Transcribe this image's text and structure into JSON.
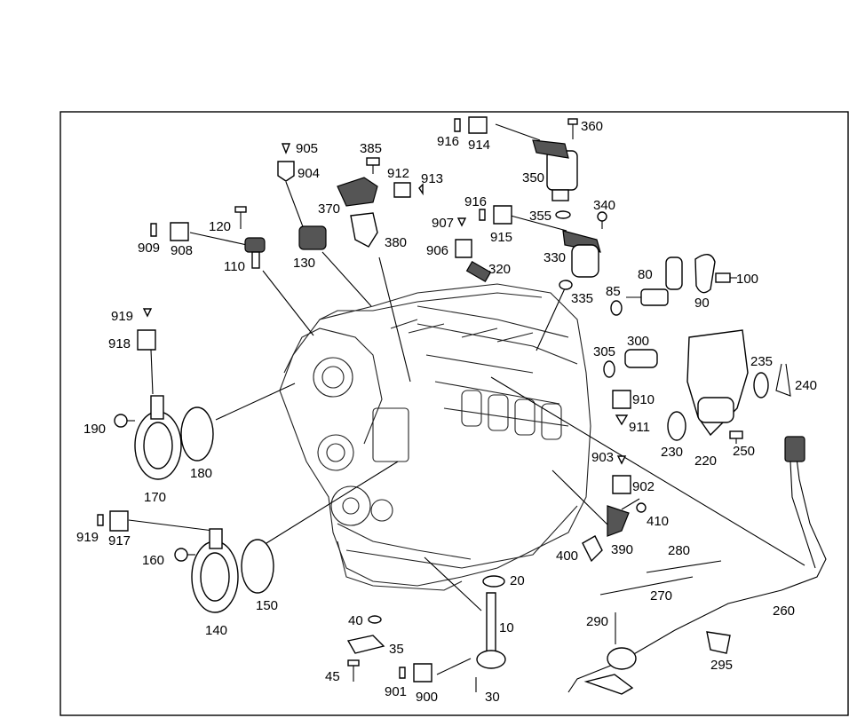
{
  "labels": {
    "l10": "10",
    "l20": "20",
    "l30": "30",
    "l35": "35",
    "l40": "40",
    "l45": "45",
    "l80": "80",
    "l85": "85",
    "l90": "90",
    "l100": "100",
    "l110": "110",
    "l120": "120",
    "l130": "130",
    "l140": "140",
    "l150": "150",
    "l160": "160",
    "l170": "170",
    "l180": "180",
    "l190": "190",
    "l220": "220",
    "l230": "230",
    "l235": "235",
    "l240": "240",
    "l250": "250",
    "l260": "260",
    "l270": "270",
    "l280": "280",
    "l290": "290",
    "l295": "295",
    "l300": "300",
    "l305": "305",
    "l320": "320",
    "l330": "330",
    "l335": "335",
    "l340": "340",
    "l350": "350",
    "l355": "355",
    "l360": "360",
    "l370": "370",
    "l380": "380",
    "l385": "385",
    "l390": "390",
    "l400": "400",
    "l410": "410",
    "l900": "900",
    "l901": "901",
    "l902": "902",
    "l903": "903",
    "l904": "904",
    "l905": "905",
    "l906": "906",
    "l907": "907",
    "l908": "908",
    "l909": "909",
    "l910": "910",
    "l911": "911",
    "l912": "912",
    "l913": "913",
    "l914": "914",
    "l915": "915",
    "l916a": "916",
    "l916b": "916",
    "l917": "917",
    "l918": "918",
    "l919a": "919",
    "l919b": "919"
  }
}
